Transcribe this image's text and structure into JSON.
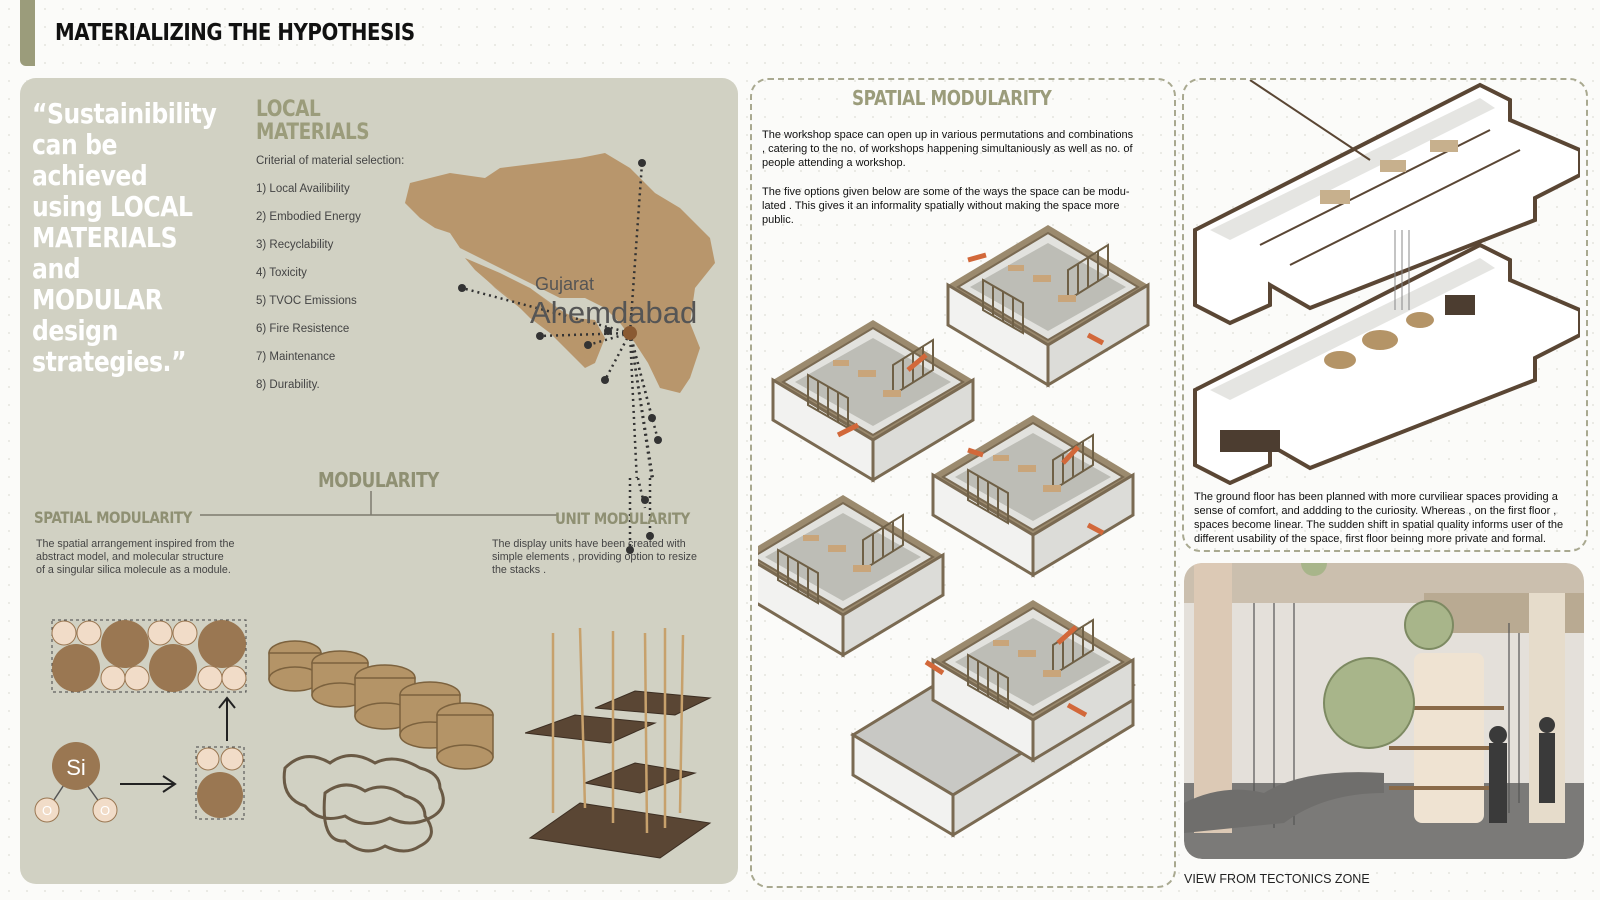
{
  "header": {
    "title": "MATERIALIZING THE HYPOTHESIS"
  },
  "quote": [
    "“Sustainibility",
    "can be achieved",
    "using LOCAL",
    "MATERIALS and",
    "MODULAR design",
    "strategies.”"
  ],
  "local_materials": {
    "title_lines": [
      "LOCAL",
      "MATERIALS"
    ],
    "criteria_heading": "Criterial of material selection:",
    "criteria": [
      "1) Local Availibility",
      "2) Embodied Energy",
      "3) Recyclability",
      "4) Toxicity",
      "5) TVOC Emissions",
      "6) Fire Resistence",
      "7) Maintenance",
      "8) Durability."
    ]
  },
  "map": {
    "region": "Gujarat",
    "city": "Ahemdabad"
  },
  "modularity": {
    "title": "MODULARITY",
    "spatial_title": "SPATIAL MODULARITY",
    "spatial_desc": [
      "The spatial arrangement inspired from the",
      "abstract model, and molecular structure",
      "of a singular silica molecule as a module."
    ],
    "unit_title": "UNIT MODULARITY",
    "unit_desc": [
      "The  display  units  have  been  created  with",
      "simple elements , providing option to resize",
      "the stacks ."
    ]
  },
  "molecule": {
    "center": "Si",
    "atom_a": "O",
    "atom_b": "O"
  },
  "middle": {
    "title": "SPATIAL MODULARITY",
    "p1": [
      "The workshop space can open up in various permutations and combinations",
      ", catering to the no. of workshops happening simultaniously as well as no. of",
      "people attending a workshop."
    ],
    "p2": [
      "The five options given below are some of the ways the space can be modu-",
      "lated . This gives it an informality spatially without making the space more",
      "public."
    ]
  },
  "right": {
    "desc": [
      "The ground floor has been planned with more curviliear spaces providing a",
      "sense of comfort, and addding to the curiosity. Whereas , on the first floor ,",
      "spaces become linear. The sudden shift in spatial quality informs user of the",
      "different usability of the space, first floor beinng more private and formal."
    ],
    "caption": "VIEW FROM TECTONICS ZONE"
  },
  "colors": {
    "olive": "#9b9c7b",
    "panel": "#d1d1c3",
    "brown": "#9a7752",
    "map": "#b8966c"
  }
}
